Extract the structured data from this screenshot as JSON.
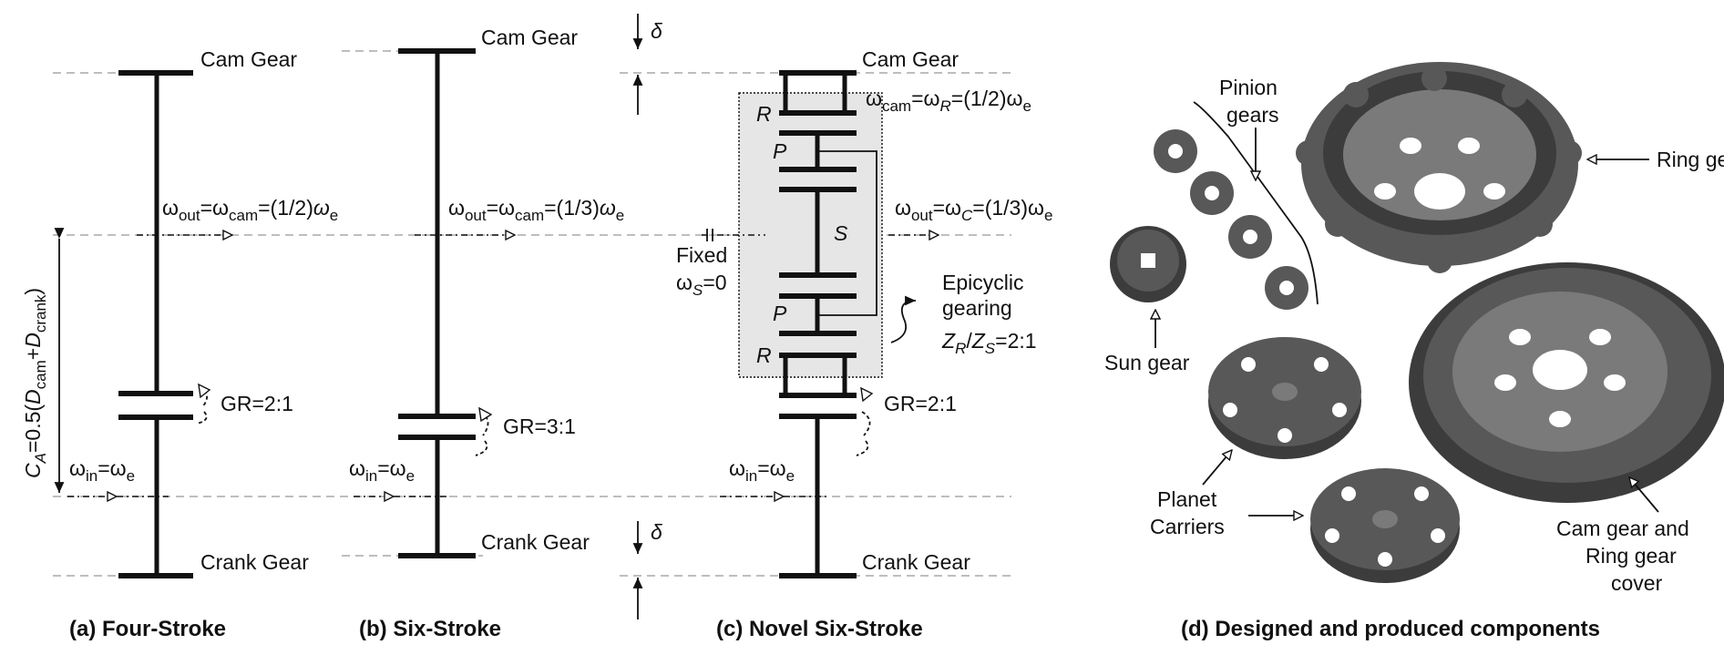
{
  "labels": {
    "cam_gear": "Cam Gear",
    "crank_gear": "Crank Gear",
    "delta": "δ",
    "gr_a": "GR=2:1",
    "gr_b": "GR=3:1",
    "gr_c": "GR=2:1",
    "w_in_base": "ω",
    "w_in_sub": "in",
    "w_in_rest": "=ω",
    "w_in_sub2": "e",
    "ca_formula": "C_A=0.5(D_cam+D_crank)",
    "out_a": "ω_out=ω_cam=(1/2)ω_e",
    "out_b": "ω_out=ω_cam=(1/3)ω_e",
    "out_c": "ω_out=ω_C=(1/3)ω_e",
    "cam_c": "ω_cam=ω_R=(1/2)ω_e",
    "fixed": "Fixed",
    "fixed_w": "ω_S=0",
    "R": "R",
    "P": "P",
    "S": "S",
    "epicyclic_1": "Epicyclic",
    "epicyclic_2": "gearing",
    "ratio": "Z_R/Z_S=2:1",
    "pinion_1": "Pinion",
    "pinion_2": "gears",
    "ring_gear": "Ring gear",
    "sun_gear": "Sun gear",
    "planet_1": "Planet",
    "planet_2": "Carriers",
    "cover_1": "Cam gear and",
    "cover_2": "Ring gear",
    "cover_3": "cover"
  },
  "captions": {
    "a": "(a) Four-Stroke",
    "b": "(b) Six-Stroke",
    "c": "(c) Novel Six-Stroke",
    "d": "(d) Designed and produced components"
  },
  "colors": {
    "ink": "#111111",
    "guide": "#a8a8a8",
    "carrier_box": "#e6e6e6",
    "part_dark": "#3c3c3c",
    "part_mid": "#585858",
    "part_light": "#7a7a7a"
  }
}
